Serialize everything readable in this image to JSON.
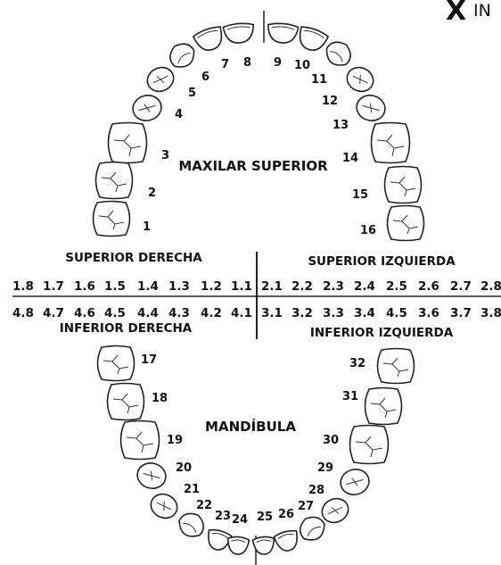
{
  "brand": {
    "mark": "X",
    "text": "IN"
  },
  "upper_arch": {
    "title": "MAXILAR SUPERIOR",
    "numbers": [
      "1",
      "2",
      "3",
      "4",
      "5",
      "6",
      "7",
      "8",
      "9",
      "10",
      "11",
      "12",
      "13",
      "14",
      "15",
      "16"
    ]
  },
  "lower_arch": {
    "title": "MANDÍBULA",
    "numbers": [
      "17",
      "18",
      "19",
      "20",
      "21",
      "22",
      "23",
      "24",
      "25",
      "26",
      "27",
      "28",
      "29",
      "30",
      "31",
      "32"
    ]
  },
  "quadrants": {
    "upper_right": "SUPERIOR DERECHA",
    "upper_left": "SUPERIOR IZQUIERDA",
    "lower_right": "INFERIOR DERECHA",
    "lower_left": "INFERIOR IZQUIERDA"
  },
  "fdi_upper": [
    "1.8",
    "1.7",
    "1.6",
    "1.5",
    "1.4",
    "1.3",
    "1.2",
    "1.1",
    "2.1",
    "2.2",
    "2.3",
    "2.4",
    "2.5",
    "2.6",
    "2.7",
    "2.8"
  ],
  "fdi_lower": [
    "4.8",
    "4.7",
    "4.6",
    "4.5",
    "4.4",
    "4.3",
    "4.2",
    "4.1",
    "3.1",
    "3.2",
    "3.3",
    "3.4",
    "4.5",
    "3.6",
    "3.7",
    "3.8"
  ]
}
